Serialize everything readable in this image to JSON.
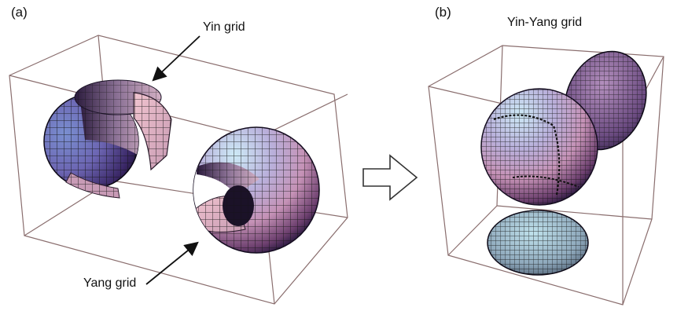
{
  "labels": {
    "panel_a": "(a)",
    "panel_b": "(b)",
    "yin_grid": "Yin grid",
    "yang_grid": "Yang grid",
    "yin_yang_grid": "Yin-Yang grid"
  },
  "colors": {
    "box_edge": "#8a6e6e",
    "sphere_light": "#c9e6f4",
    "sphere_mid": "#9a86c2",
    "sphere_dark": "#1e1238",
    "sphere_warm": "#e8b3c2",
    "grid_line": "#141414"
  }
}
